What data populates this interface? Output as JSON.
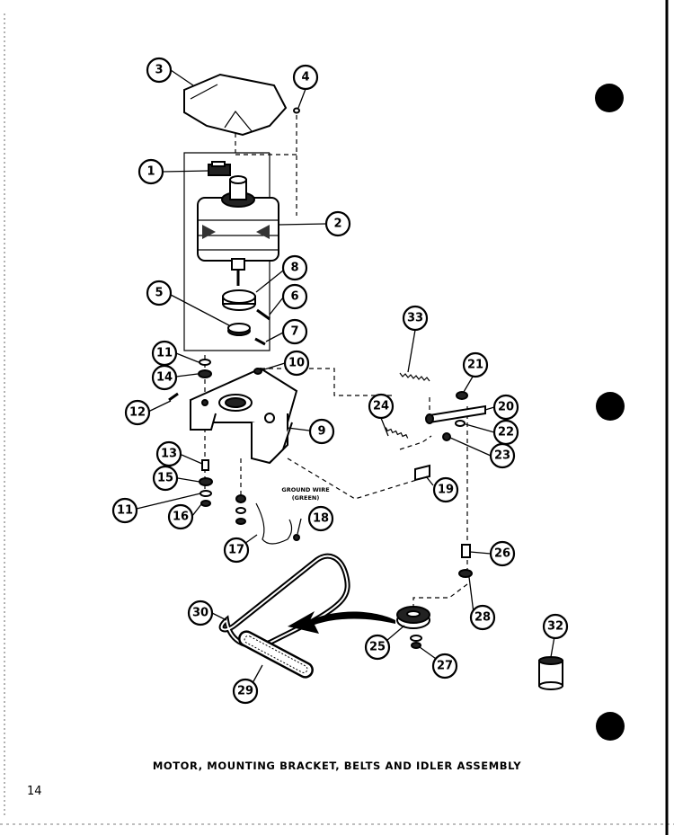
{
  "caption": "MOTOR, MOUNTING BRACKET, BELTS AND IDLER ASSEMBLY",
  "page_number": "14",
  "ground_wire_label": [
    "GROUND WIRE",
    "(GREEN)"
  ],
  "callouts": [
    "1",
    "2",
    "3",
    "4",
    "5",
    "6",
    "7",
    "8",
    "9",
    "10",
    "11",
    "12",
    "13",
    "14",
    "15",
    "16",
    "17",
    "18",
    "19",
    "20",
    "21",
    "22",
    "23",
    "24",
    "25",
    "26",
    "27",
    "28",
    "29",
    "30",
    "32",
    "33"
  ],
  "binder_holes": 3
}
